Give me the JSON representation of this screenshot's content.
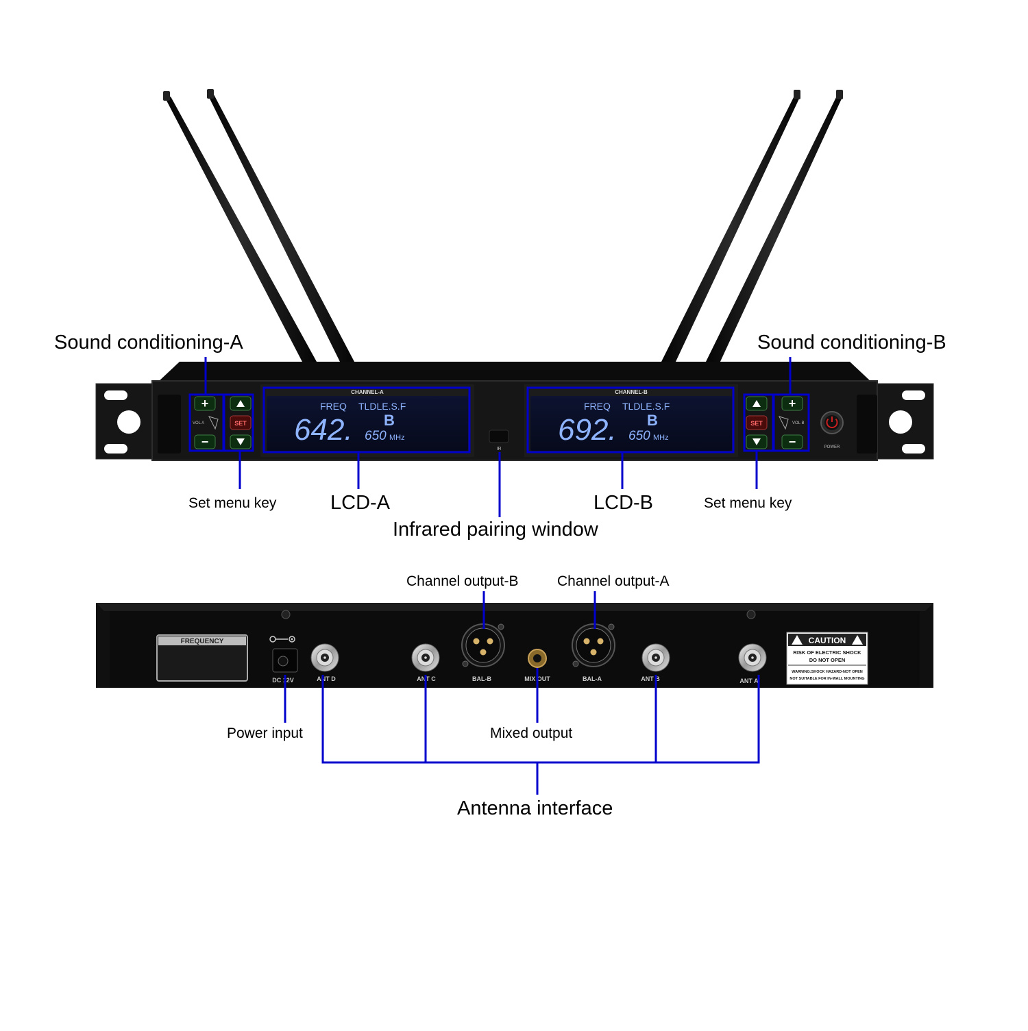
{
  "front_panel": {
    "lcd_a": {
      "header": "CHANNEL-A",
      "freq_label": "FREQ",
      "status": "TLDLE.S.F",
      "group": "B",
      "freq_main": "642.",
      "freq_decimal": "650",
      "unit": "MHz"
    },
    "lcd_b": {
      "header": "CHANNEL-B",
      "freq_label": "FREQ",
      "status": "TLDLE.S.F",
      "group": "B",
      "freq_main": "692.",
      "freq_decimal": "650",
      "unit": "MHz"
    },
    "vol_a_label": "VOL A",
    "vol_b_label": "VOL B",
    "set_label": "SET",
    "ir_label": "IR",
    "power_label": "POWER"
  },
  "back_panel": {
    "frequency_label": "FREQUENCY",
    "dc_label": "DC 12V",
    "ports": {
      "ant_d": "ANT D",
      "ant_c": "ANT C",
      "bal_b": "BAL-B",
      "mix_out": "MIX OUT",
      "bal_a": "BAL-A",
      "ant_b": "ANT B",
      "ant_a": "ANT A"
    },
    "caution": {
      "title": "CAUTION",
      "line1": "RISK OF ELECTRIC SHOCK",
      "line2": "DO NOT OPEN",
      "line3": "WARNING:SHOCK HAZARD-NOT OPEN",
      "line4": "NOT SUITABLE FOR IN-WALL MOUNTING"
    }
  },
  "callouts": {
    "sound_a": "Sound conditioning-A",
    "sound_b": "Sound conditioning-B",
    "set_menu_left": "Set menu key",
    "set_menu_right": "Set menu key",
    "lcd_a": "LCD-A",
    "lcd_b": "LCD-B",
    "infrared": "Infrared pairing window",
    "channel_out_b": "Channel output-B",
    "channel_out_a": "Channel output-A",
    "power_input": "Power input",
    "mixed_output": "Mixed output",
    "antenna": "Antenna interface"
  },
  "colors": {
    "callout_line": "#0000cc",
    "lcd_text": "#8fb4ff",
    "panel": "#161616"
  }
}
